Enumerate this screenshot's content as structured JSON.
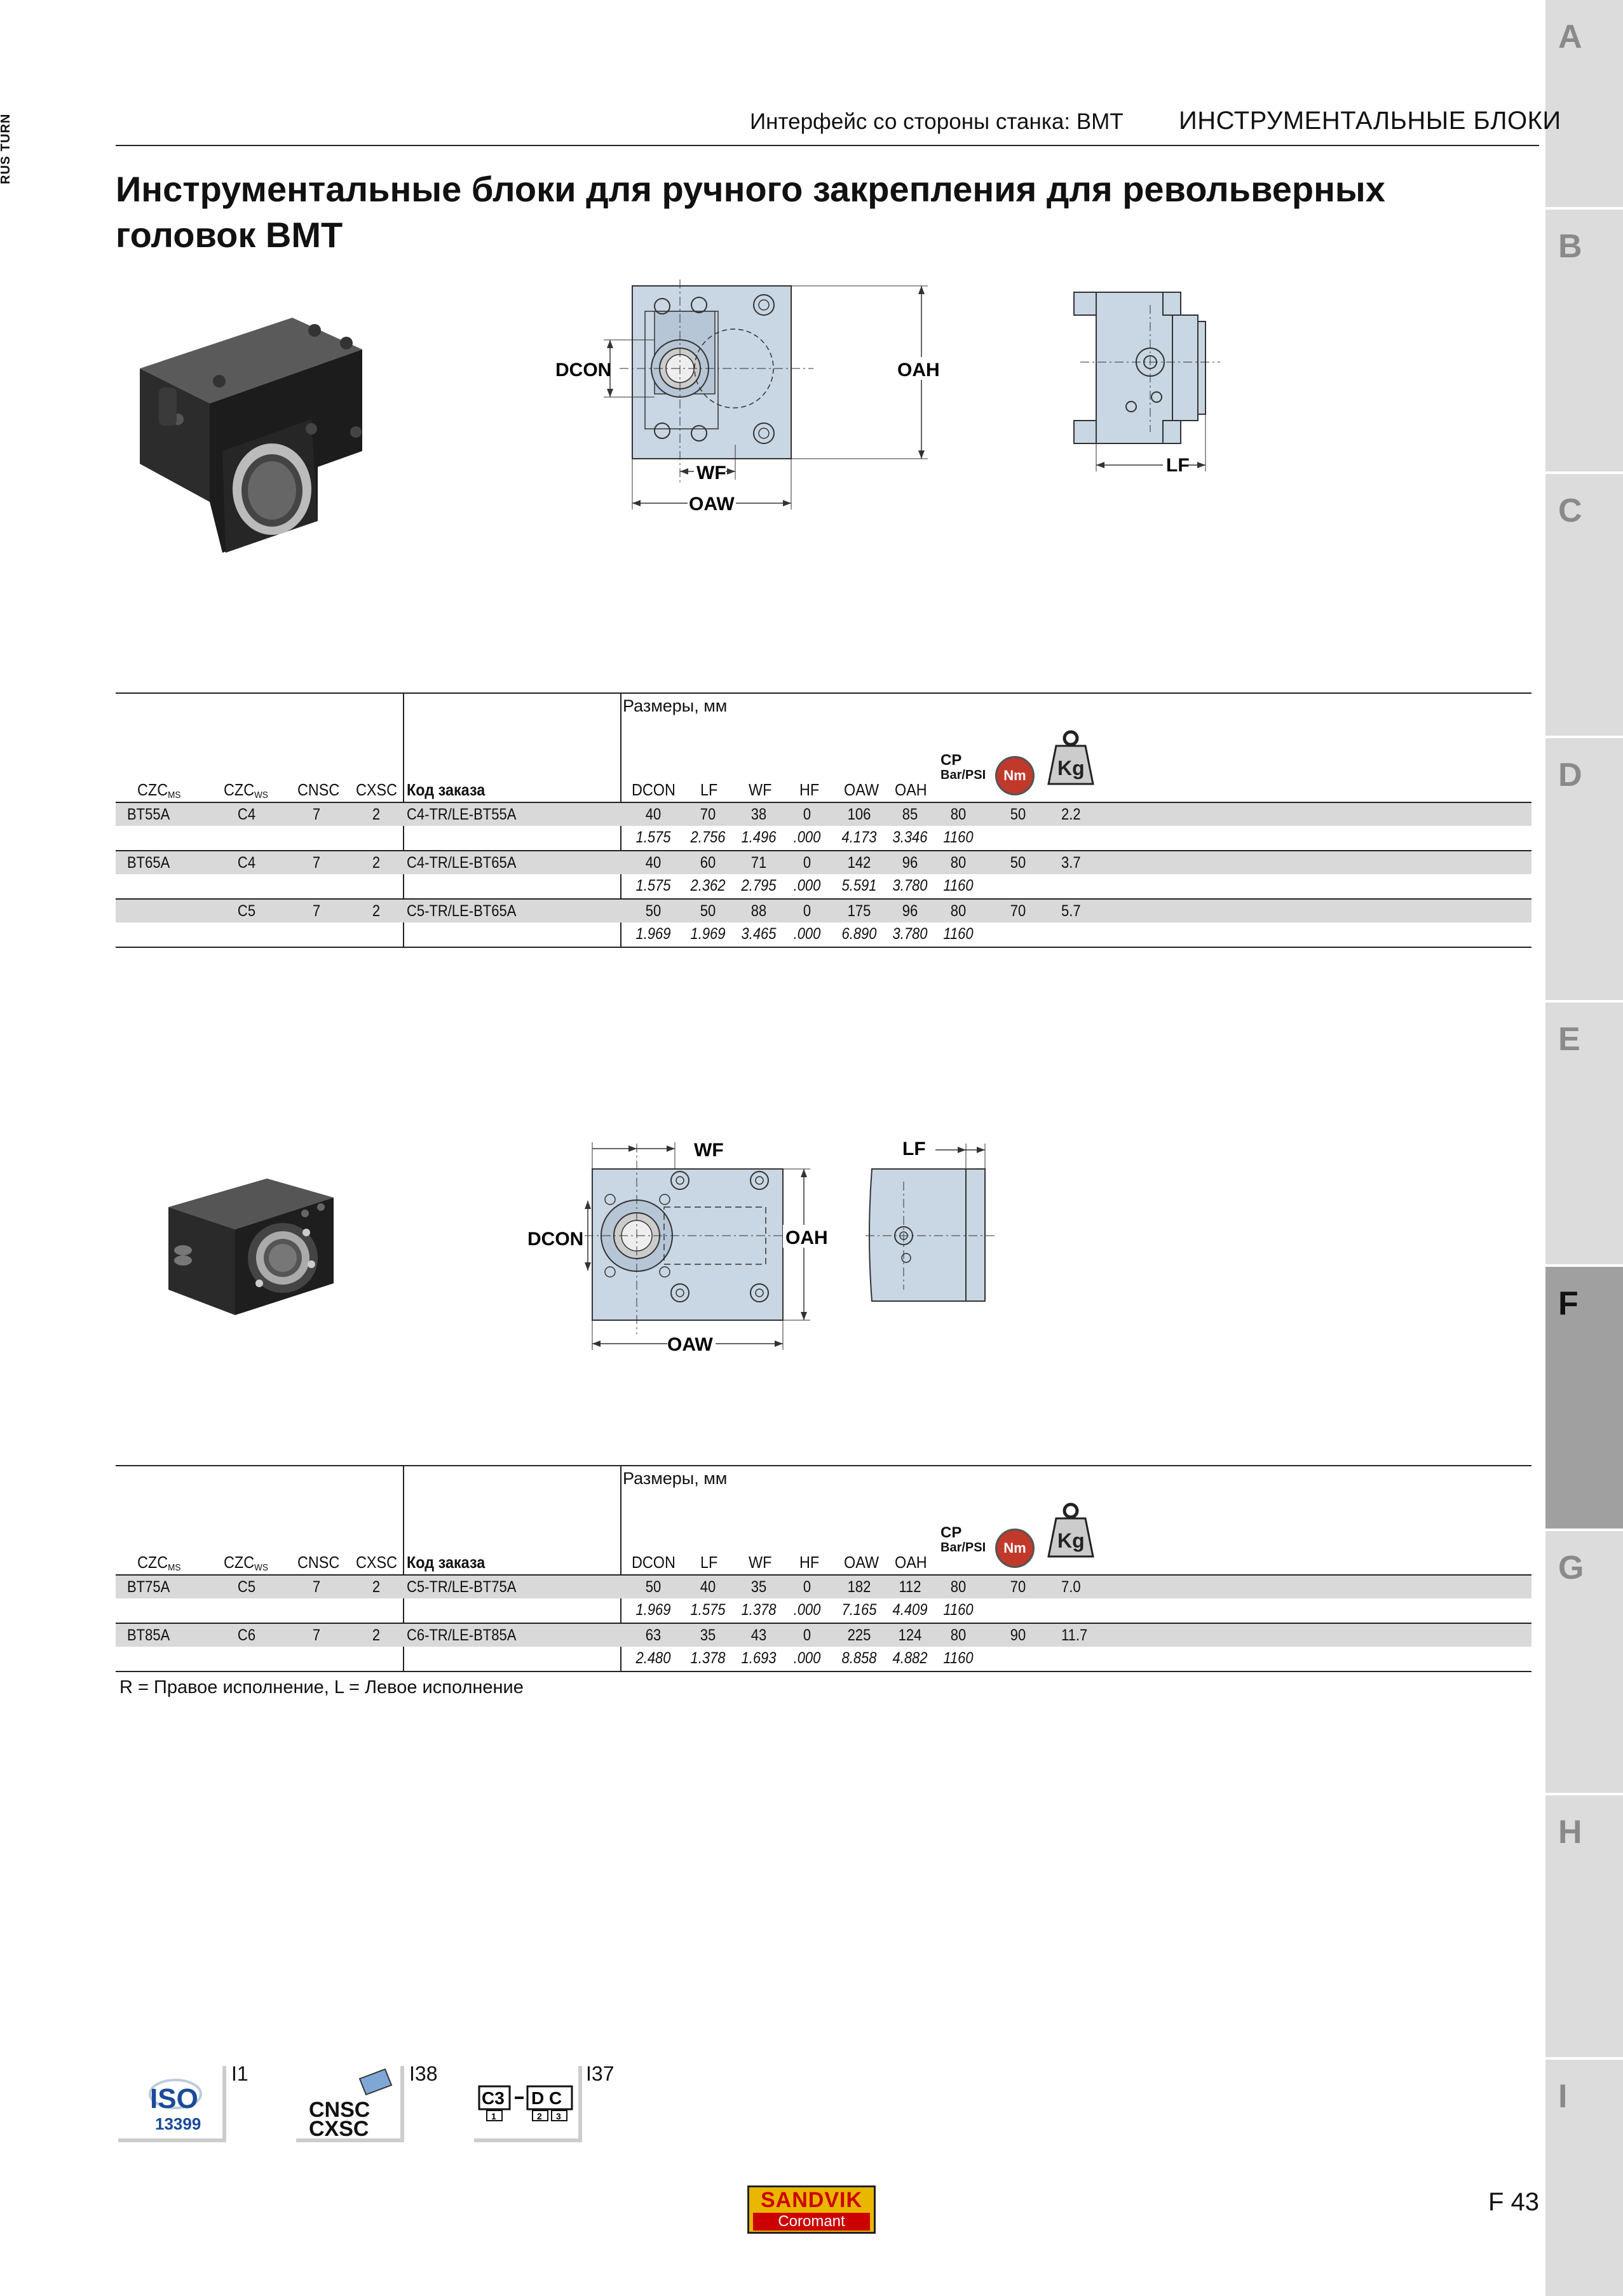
{
  "side_label": "RUS TURN",
  "header": {
    "subtitle": "Интерфейс со стороны станка: BMT",
    "section": "ИНСТРУМЕНТАЛЬНЫЕ БЛОКИ"
  },
  "title": "Инструментальные блоки для ручного закрепления для револьверных головок BMT",
  "tabs": [
    "A",
    "B",
    "C",
    "D",
    "E",
    "F",
    "G",
    "H",
    "I"
  ],
  "active_tab": "F",
  "drawing_labels": {
    "dcon": "DCON",
    "oah": "OAH",
    "wf": "WF",
    "oaw": "OAW",
    "lf": "LF"
  },
  "table_header": {
    "dimensions": "Размеры, мм",
    "czc_ms": "CZC",
    "czc_ms_sub": "MS",
    "czc_ws": "CZC",
    "czc_ws_sub": "WS",
    "cnsc": "CNSC",
    "cxsc": "CXSC",
    "order_code": "Код заказа",
    "dcon": "DCON",
    "lf": "LF",
    "wf": "WF",
    "hf": "HF",
    "oaw": "OAW",
    "oah": "OAH",
    "cp_icon_line1": "CP",
    "cp_icon_line2": "Bar/PSI",
    "nm_icon": "Nm",
    "kg_icon": "Kg"
  },
  "table1": [
    {
      "czc_ms": "BT55A",
      "czc_ws": "C4",
      "cnsc": "7",
      "cxsc": "2",
      "code": "C4-TR/LE-BT55A",
      "dcon": "40",
      "lf": "70",
      "wf": "38",
      "hf": "0",
      "oaw": "106",
      "oah": "85",
      "cp": "80",
      "nm": "50",
      "kg": "2.2",
      "in": {
        "dcon": "1.575",
        "lf": "2.756",
        "wf": "1.496",
        "hf": ".000",
        "oaw": "4.173",
        "oah": "3.346",
        "cp": "1160"
      }
    },
    {
      "czc_ms": "BT65A",
      "czc_ws": "C4",
      "cnsc": "7",
      "cxsc": "2",
      "code": "C4-TR/LE-BT65A",
      "dcon": "40",
      "lf": "60",
      "wf": "71",
      "hf": "0",
      "oaw": "142",
      "oah": "96",
      "cp": "80",
      "nm": "50",
      "kg": "3.7",
      "in": {
        "dcon": "1.575",
        "lf": "2.362",
        "wf": "2.795",
        "hf": ".000",
        "oaw": "5.591",
        "oah": "3.780",
        "cp": "1160"
      }
    },
    {
      "czc_ms": "",
      "czc_ws": "C5",
      "cnsc": "7",
      "cxsc": "2",
      "code": "C5-TR/LE-BT65A",
      "dcon": "50",
      "lf": "50",
      "wf": "88",
      "hf": "0",
      "oaw": "175",
      "oah": "96",
      "cp": "80",
      "nm": "70",
      "kg": "5.7",
      "in": {
        "dcon": "1.969",
        "lf": "1.969",
        "wf": "3.465",
        "hf": ".000",
        "oaw": "6.890",
        "oah": "3.780",
        "cp": "1160"
      }
    }
  ],
  "table2": [
    {
      "czc_ms": "BT75A",
      "czc_ws": "C5",
      "cnsc": "7",
      "cxsc": "2",
      "code": "C5-TR/LE-BT75A",
      "dcon": "50",
      "lf": "40",
      "wf": "35",
      "hf": "0",
      "oaw": "182",
      "oah": "112",
      "cp": "80",
      "nm": "70",
      "kg": "7.0",
      "in": {
        "dcon": "1.969",
        "lf": "1.575",
        "wf": "1.378",
        "hf": ".000",
        "oaw": "7.165",
        "oah": "4.409",
        "cp": "1160"
      }
    },
    {
      "czc_ms": "BT85A",
      "czc_ws": "C6",
      "cnsc": "7",
      "cxsc": "2",
      "code": "C6-TR/LE-BT85A",
      "dcon": "63",
      "lf": "35",
      "wf": "43",
      "hf": "0",
      "oaw": "225",
      "oah": "124",
      "cp": "80",
      "nm": "90",
      "kg": "11.7",
      "in": {
        "dcon": "2.480",
        "lf": "1.378",
        "wf": "1.693",
        "hf": ".000",
        "oaw": "8.858",
        "oah": "4.882",
        "cp": "1160"
      }
    }
  ],
  "footnote": "R = Правое исполнение, L = Левое исполнение",
  "bottom_icons": [
    {
      "icon": "iso-13399-icon",
      "line1": "ISO",
      "line2": "13399",
      "ref": "I1"
    },
    {
      "icon": "cnsc-cxsc-icon",
      "line1": "CNSC",
      "line2": "CXSC",
      "ref": "I38"
    },
    {
      "icon": "code-key-icon",
      "line1": "C3",
      "line2": "D C",
      "ref": "I37",
      "n1": "1",
      "n2": "2",
      "n3": "3"
    }
  ],
  "logo": {
    "line1": "SANDVIK",
    "line2": "Coromant"
  },
  "page_number": "F 43"
}
